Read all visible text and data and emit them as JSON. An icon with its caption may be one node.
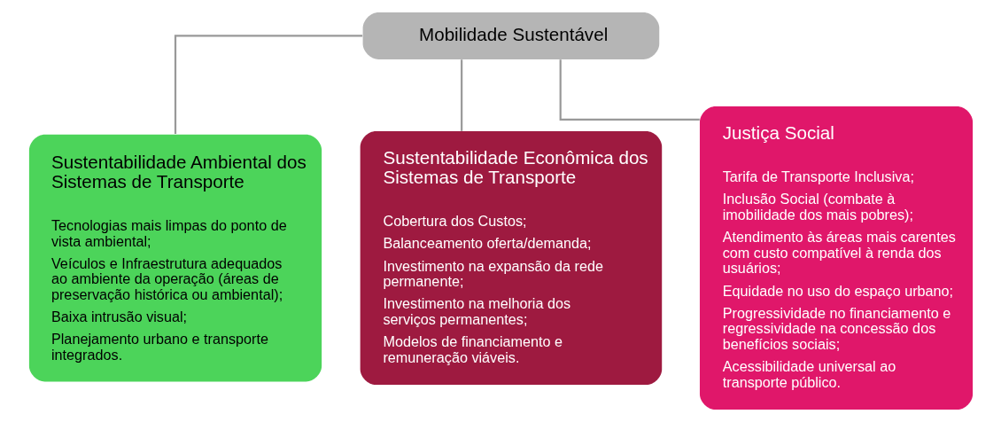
{
  "diagram": {
    "nodes": [
      {
        "text": [
          "Mobilidade Sustentável"
        ]
      },
      {
        "text": [
          "Sustentabilidade Ambiental dos Sistemas de Transporte",
          "Tecnologias mais limpas do ponto de vista ambiental;",
          "Veículos e Infraestrutura adequados ao ambiente da operação (áreas de preservação histórica ou ambiental);",
          "Baixa intrusão visual;",
          "Planejamento urbano e transporte integrados."
        ]
      },
      {
        "text": [
          "Sustentabilidade Econômica dos Sistemas de Transporte",
          "Cobertura dos Custos;",
          "Balanceamento oferta/demanda;",
          "Investimento na expansão da rede permanente;",
          "Investimento na melhoria dos serviços permanentes;",
          "Modelos de financiamento e remuneração viáveis."
        ]
      },
      {
        "text": [
          "Justiça Social",
          "Tarifa de Transporte Inclusiva;",
          "Inclusão Social (combate à imobilidade dos mais pobres);",
          "Atendimento às áreas mais carentes com custo compatível à renda dos usuários;",
          "Equidade no uso do espaço urbano;",
          "Progressividade no financiamento e regressividade na concessão dos benefícios sociais;",
          "Acessibilidade universal ao transporte público."
        ]
      }
    ],
    "edges": [
      {
        "from": 0,
        "to": 1,
        "arrow": "none"
      },
      {
        "from": 0,
        "to": 2,
        "arrow": "none"
      },
      {
        "from": 0,
        "to": 3,
        "arrow": "none"
      }
    ]
  }
}
